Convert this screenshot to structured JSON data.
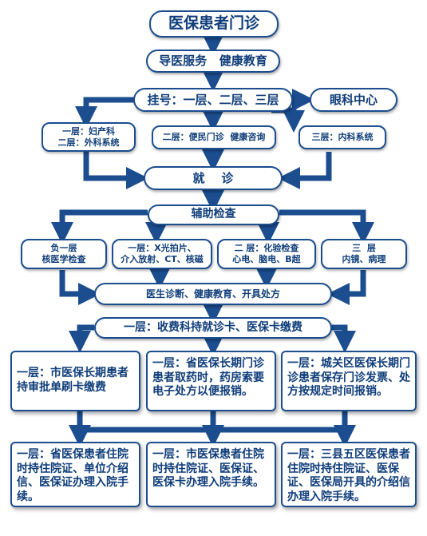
{
  "title": "医保患者门诊",
  "guide": "导医服务   健康教育",
  "registration": "挂号：一层、二层、三层",
  "eye_center": "眼科中心",
  "clinics": {
    "left": [
      "一层：妇产科",
      "二层：外科系统"
    ],
    "middle": "二层：便民门诊  健康咨询",
    "right": "三层：内科系统"
  },
  "consult": "就    诊",
  "aux_check": "辅助检查",
  "checks": [
    [
      "负一层",
      "核医学检查"
    ],
    [
      "一层：X光拍片、",
      "介入放射、CT、核磁"
    ],
    [
      "二 层：化验检查",
      "心电、脑电、B超"
    ],
    [
      "三  层",
      "内镜、病理"
    ]
  ],
  "diagnosis": "医生诊断、健康教育、开具处方",
  "payment": "一层：收费科持就诊卡、医保卡缴费",
  "reimburse": [
    "一层：市医保长期患者持审批单刷卡缴费",
    "一层：省医保长期门诊患者取药时，药房索要电子处方以便报销。",
    "一层：城关区医保长期门诊患者保存门诊发票、处方按规定时间报销。"
  ],
  "inpatient": [
    "一层：省医保患者住院时持住院证、单位介绍信、医保证办理入院手续。",
    "一层：市医保患者住院时持住院证、医保证、医保卡办理入院手续。",
    "一层：三县五区医保患者住院时持住院证、医保证、医保局开具的介绍信办理入院手续。"
  ],
  "colors": {
    "arrow": "#1b4d8f",
    "text": "#0f3d7a",
    "border": "#1b4d8f"
  }
}
